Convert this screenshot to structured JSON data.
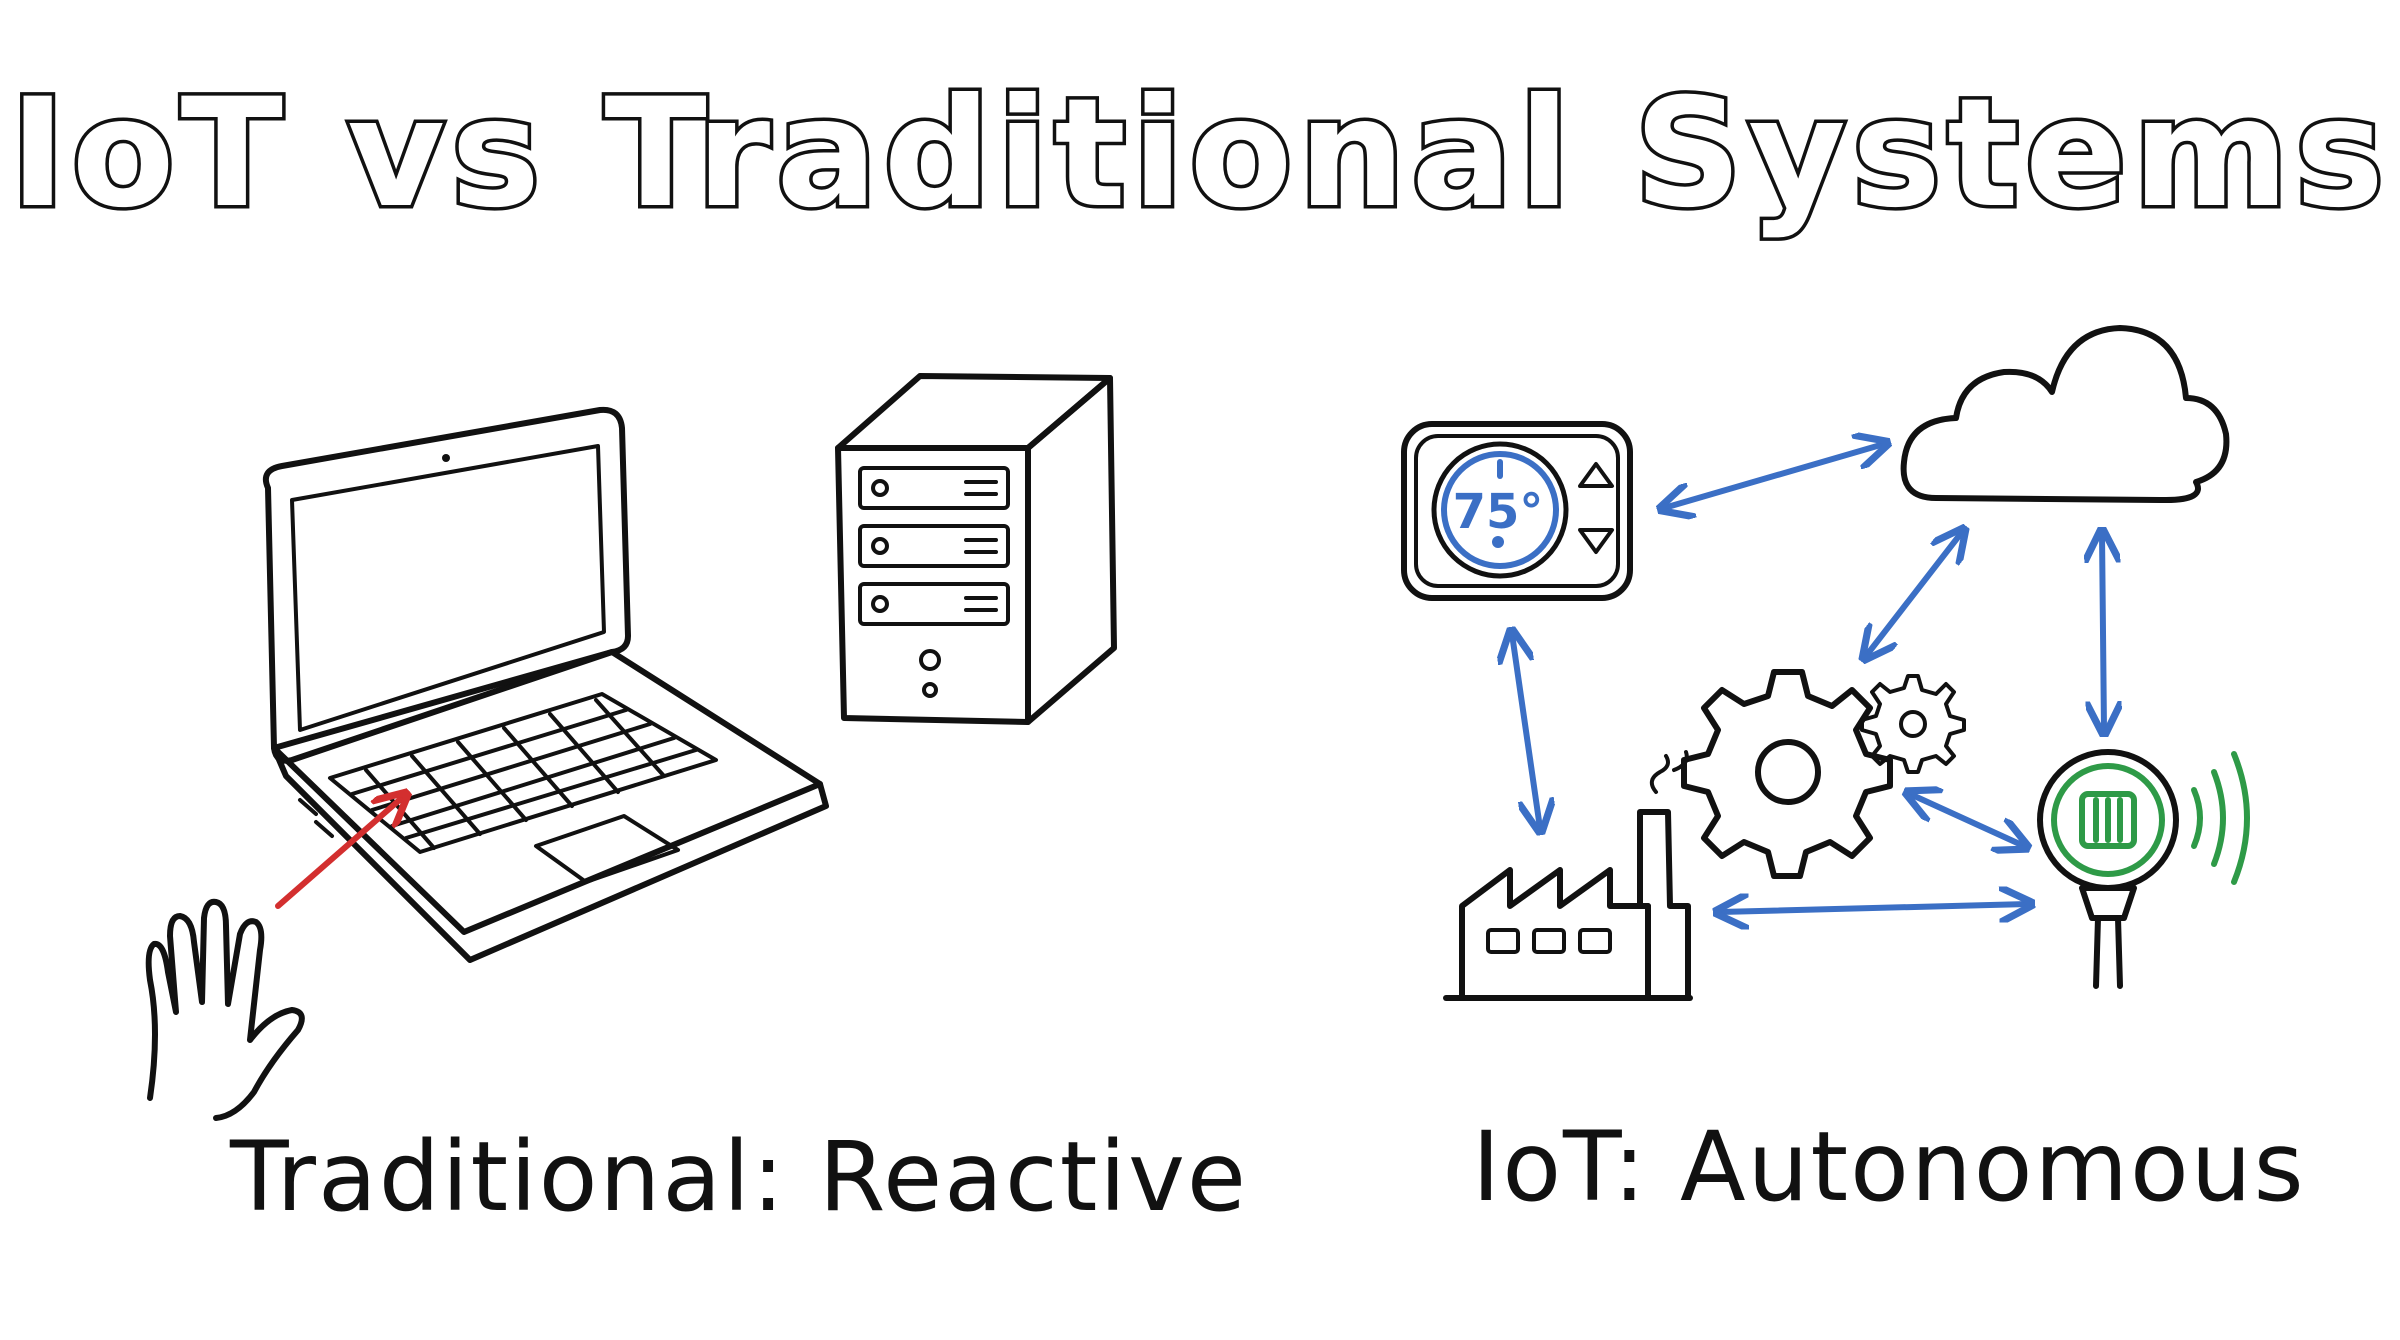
{
  "title": "IoT vs Traditional Systems",
  "traditional": {
    "caption": "Traditional: Reactive"
  },
  "iot": {
    "caption": "IoT: Autonomous",
    "thermostat_reading": "75°"
  },
  "colors": {
    "ink": "#111111",
    "connection_blue": "#3b6fc5",
    "sensor_green": "#2e9a47",
    "user_arrow_red": "#d32f2f"
  },
  "icons": [
    "laptop-icon",
    "server-tower-icon",
    "hand-icon",
    "thermostat-icon",
    "cloud-icon",
    "gears-icon",
    "factory-icon",
    "wireless-sensor-icon"
  ]
}
